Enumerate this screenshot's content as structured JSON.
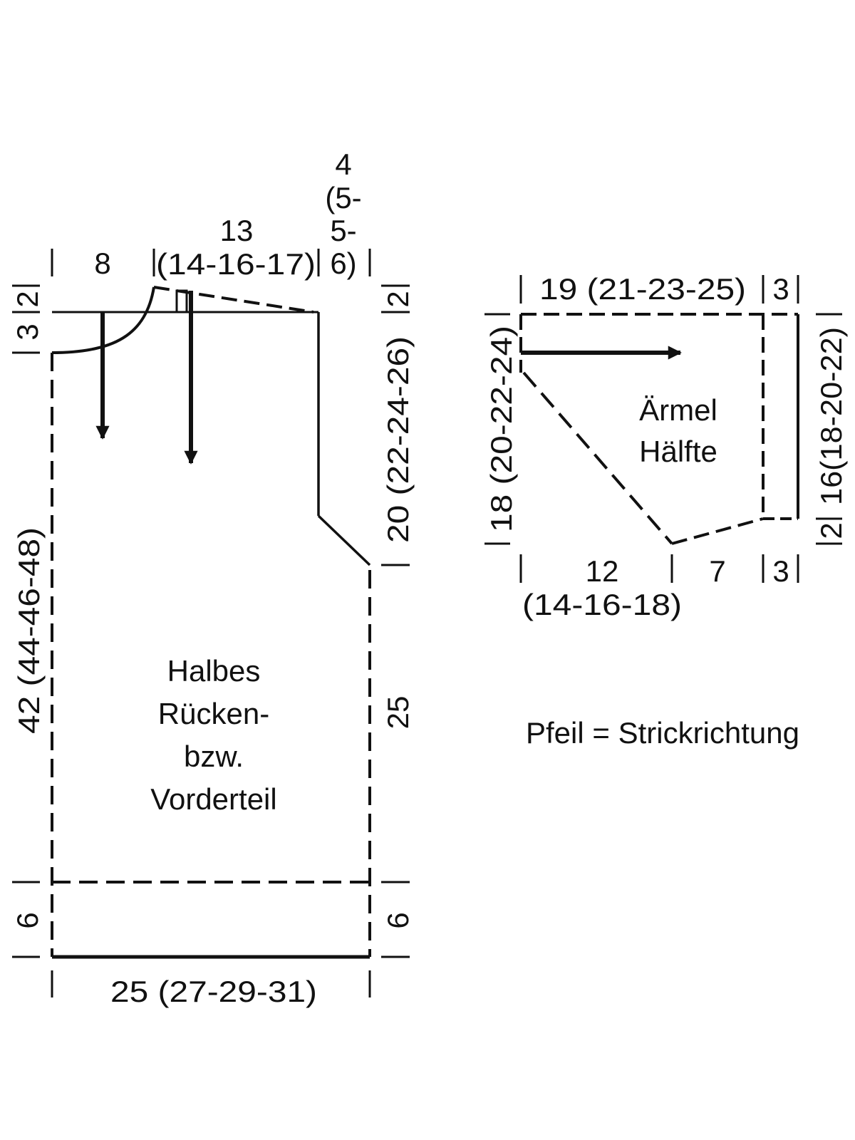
{
  "colors": {
    "line": "#111111",
    "background": "#ffffff"
  },
  "body_piece": {
    "label_lines": [
      "Halbes",
      "Rücken-",
      "bzw.",
      "Vorderteil"
    ],
    "dims": {
      "neck_width": "8",
      "shoulder_width": "13",
      "shoulder_width_sizes": "(14-16-17)",
      "armhole_top_lines": [
        "4",
        "(5-",
        "5-",
        "6)"
      ],
      "left_top_small": "2",
      "left_neck_depth": "3",
      "right_top_small": "2",
      "armhole_depth": "20 (22-24-26)",
      "total_length": "42 (44-46-48)",
      "side_length": "25",
      "left_rib": "6",
      "right_rib": "6",
      "bottom_width": "25 (27-29-31)"
    }
  },
  "sleeve_piece": {
    "label_lines": [
      "Ärmel",
      "Hälfte"
    ],
    "dims": {
      "top_width": "19 (21-23-25)",
      "top_right": "3",
      "left_height": "18 (20-22-24)",
      "right_height": "16(18-20-22)",
      "right_small": "2",
      "bottom_left": "12",
      "bottom_left_sizes": "(14-16-18)",
      "bottom_mid": "7",
      "bottom_right": "3"
    }
  },
  "legend": {
    "text": "Pfeil = Strickrichtung"
  }
}
